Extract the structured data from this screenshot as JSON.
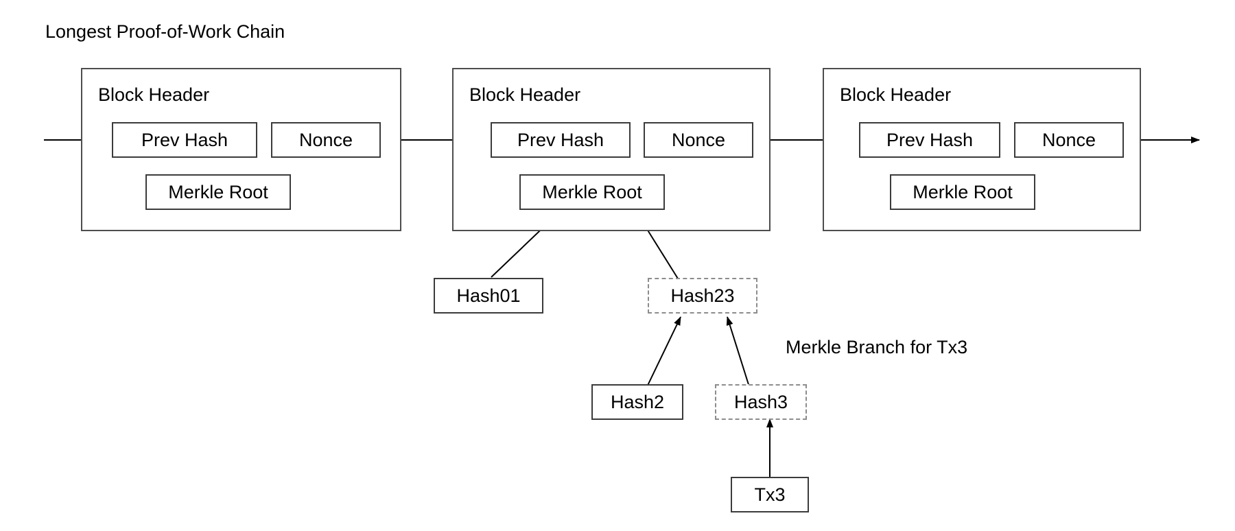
{
  "diagram": {
    "title": "Longest Proof-of-Work Chain",
    "branch_label": "Merkle Branch for Tx3",
    "colors": {
      "background": "#ffffff",
      "stroke": "#000000",
      "box_border_solid": "#3b3b3b",
      "block_border": "#4d4d4d",
      "box_border_dashed": "#8c8c8c",
      "text": "#000000"
    },
    "blocks": [
      {
        "caption": "Block Header",
        "prev_hash": "Prev Hash",
        "nonce": "Nonce",
        "merkle_root": "Merkle Root"
      },
      {
        "caption": "Block Header",
        "prev_hash": "Prev Hash",
        "nonce": "Nonce",
        "merkle_root": "Merkle Root"
      },
      {
        "caption": "Block Header",
        "prev_hash": "Prev Hash",
        "nonce": "Nonce",
        "merkle_root": "Merkle Root"
      }
    ],
    "merkle_nodes": [
      {
        "label": "Hash01",
        "style": "solid"
      },
      {
        "label": "Hash23",
        "style": "dashed"
      },
      {
        "label": "Hash2",
        "style": "solid"
      },
      {
        "label": "Hash3",
        "style": "dashed"
      },
      {
        "label": "Tx3",
        "style": "solid"
      }
    ]
  }
}
